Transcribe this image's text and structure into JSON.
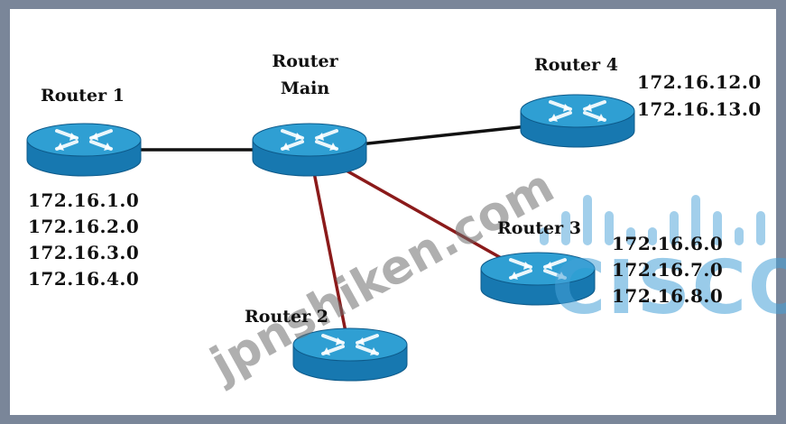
{
  "routers": [
    {
      "id": "r1",
      "name": "Router 1"
    },
    {
      "id": "main",
      "name_lines": [
        "Router",
        "Main"
      ]
    },
    {
      "id": "r4",
      "name": "Router 4"
    },
    {
      "id": "r3",
      "name": "Router 3"
    },
    {
      "id": "r2",
      "name": "Router 2"
    }
  ],
  "networks": {
    "r1": [
      "172.16.1.0",
      "172.16.2.0",
      "172.16.3.0",
      "172.16.4.0"
    ],
    "r4": [
      "172.16.12.0",
      "172.16.13.0"
    ],
    "r3": [
      "172.16.6.0",
      "172.16.7.0",
      "172.16.8.0"
    ]
  },
  "links": [
    {
      "from": "main",
      "to": "r1",
      "color": "#111111"
    },
    {
      "from": "main",
      "to": "r4",
      "color": "#111111"
    },
    {
      "from": "main",
      "to": "r3",
      "color": "#8b1a1a"
    },
    {
      "from": "main",
      "to": "r2",
      "color": "#8b1a1a"
    }
  ],
  "watermark": "jpnshiken.com",
  "logo": {
    "text": "CISCO",
    "color": "#46a0d7"
  },
  "colors": {
    "router_top": "#2f9fd3",
    "router_body": "#1778b0",
    "router_dark": "#0d5a8a"
  }
}
